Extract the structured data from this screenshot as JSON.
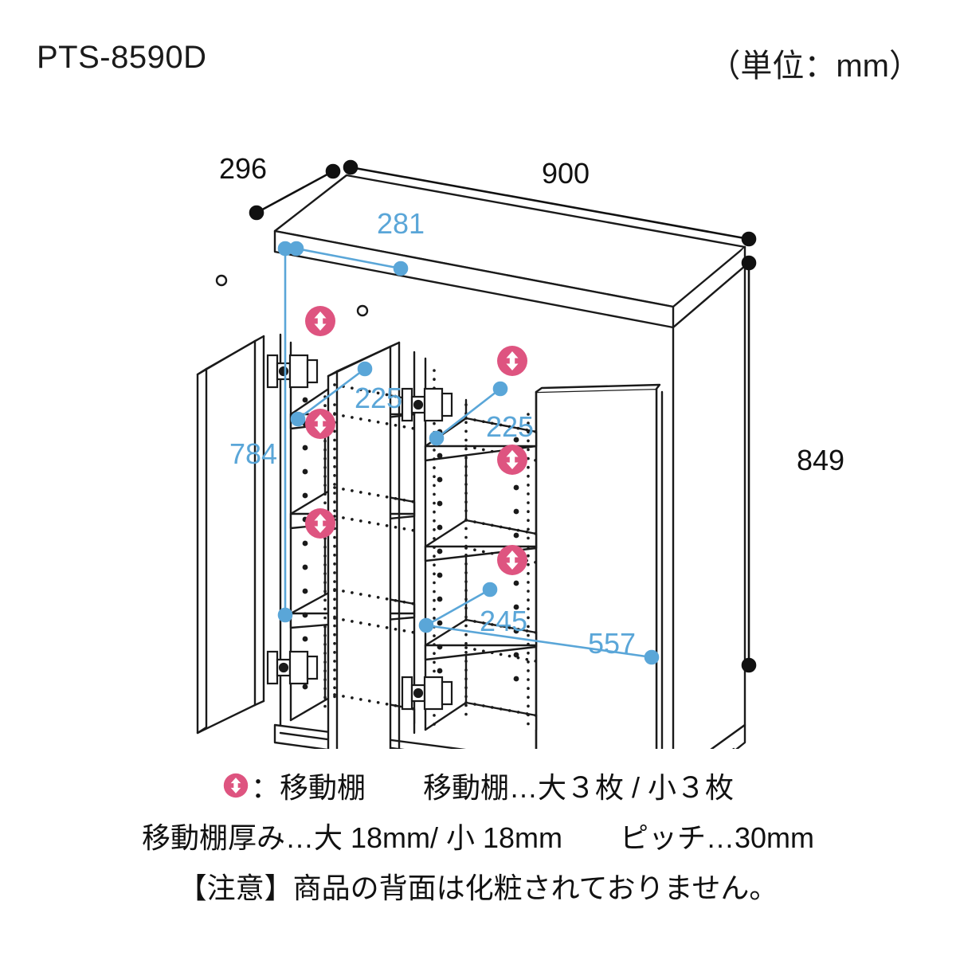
{
  "header": {
    "model_code": "PTS-8590D",
    "unit_note": "（単位：mm）"
  },
  "diagram": {
    "type": "isometric-line-drawing",
    "subject": "3-door storage cabinet with adjustable shelves",
    "colors": {
      "outline": "#1a1a1a",
      "dimension_black": "#000000",
      "dimension_blue": "#5aa6d8",
      "marker_pink": "#de5480",
      "background": "#ffffff"
    },
    "outer_dimensions": [
      {
        "id": "depth",
        "label": "296",
        "color": "#000000",
        "placement": "top-left-oblique"
      },
      {
        "id": "width",
        "label": "900",
        "color": "#000000",
        "placement": "top-right-oblique"
      },
      {
        "id": "height",
        "label": "849",
        "color": "#000000",
        "placement": "right-vertical"
      }
    ],
    "inner_dimensions": [
      {
        "id": "inner-depth-top",
        "label": "281",
        "color": "#5aa6d8",
        "placement": "top-inner-oblique"
      },
      {
        "id": "inner-height-left",
        "label": "784",
        "color": "#5aa6d8",
        "placement": "left-vertical"
      },
      {
        "id": "inner-shelf-left",
        "label": "225",
        "color": "#5aa6d8",
        "placement": "left-compartment"
      },
      {
        "id": "inner-shelf-right",
        "label": "225",
        "color": "#5aa6d8",
        "placement": "right-compartment"
      },
      {
        "id": "inner-width-small",
        "label": "245",
        "color": "#5aa6d8",
        "placement": "bottom-left-compartment"
      },
      {
        "id": "inner-width-large",
        "label": "557",
        "color": "#5aa6d8",
        "placement": "bottom-right-compartment"
      }
    ],
    "movable_shelf_markers": {
      "icon": "up-down-arrow-icon",
      "count": 6,
      "color": "#de5480"
    }
  },
  "footer": {
    "line1_icon": "up-down-arrow-icon",
    "line1": "：移動棚　　移動棚…大３枚 / 小３枚",
    "line2": "移動棚厚み…大 18mm/ 小 18mm　　ピッチ…30mm",
    "line3": "【注意】商品の背面は化粧されておりません。"
  }
}
